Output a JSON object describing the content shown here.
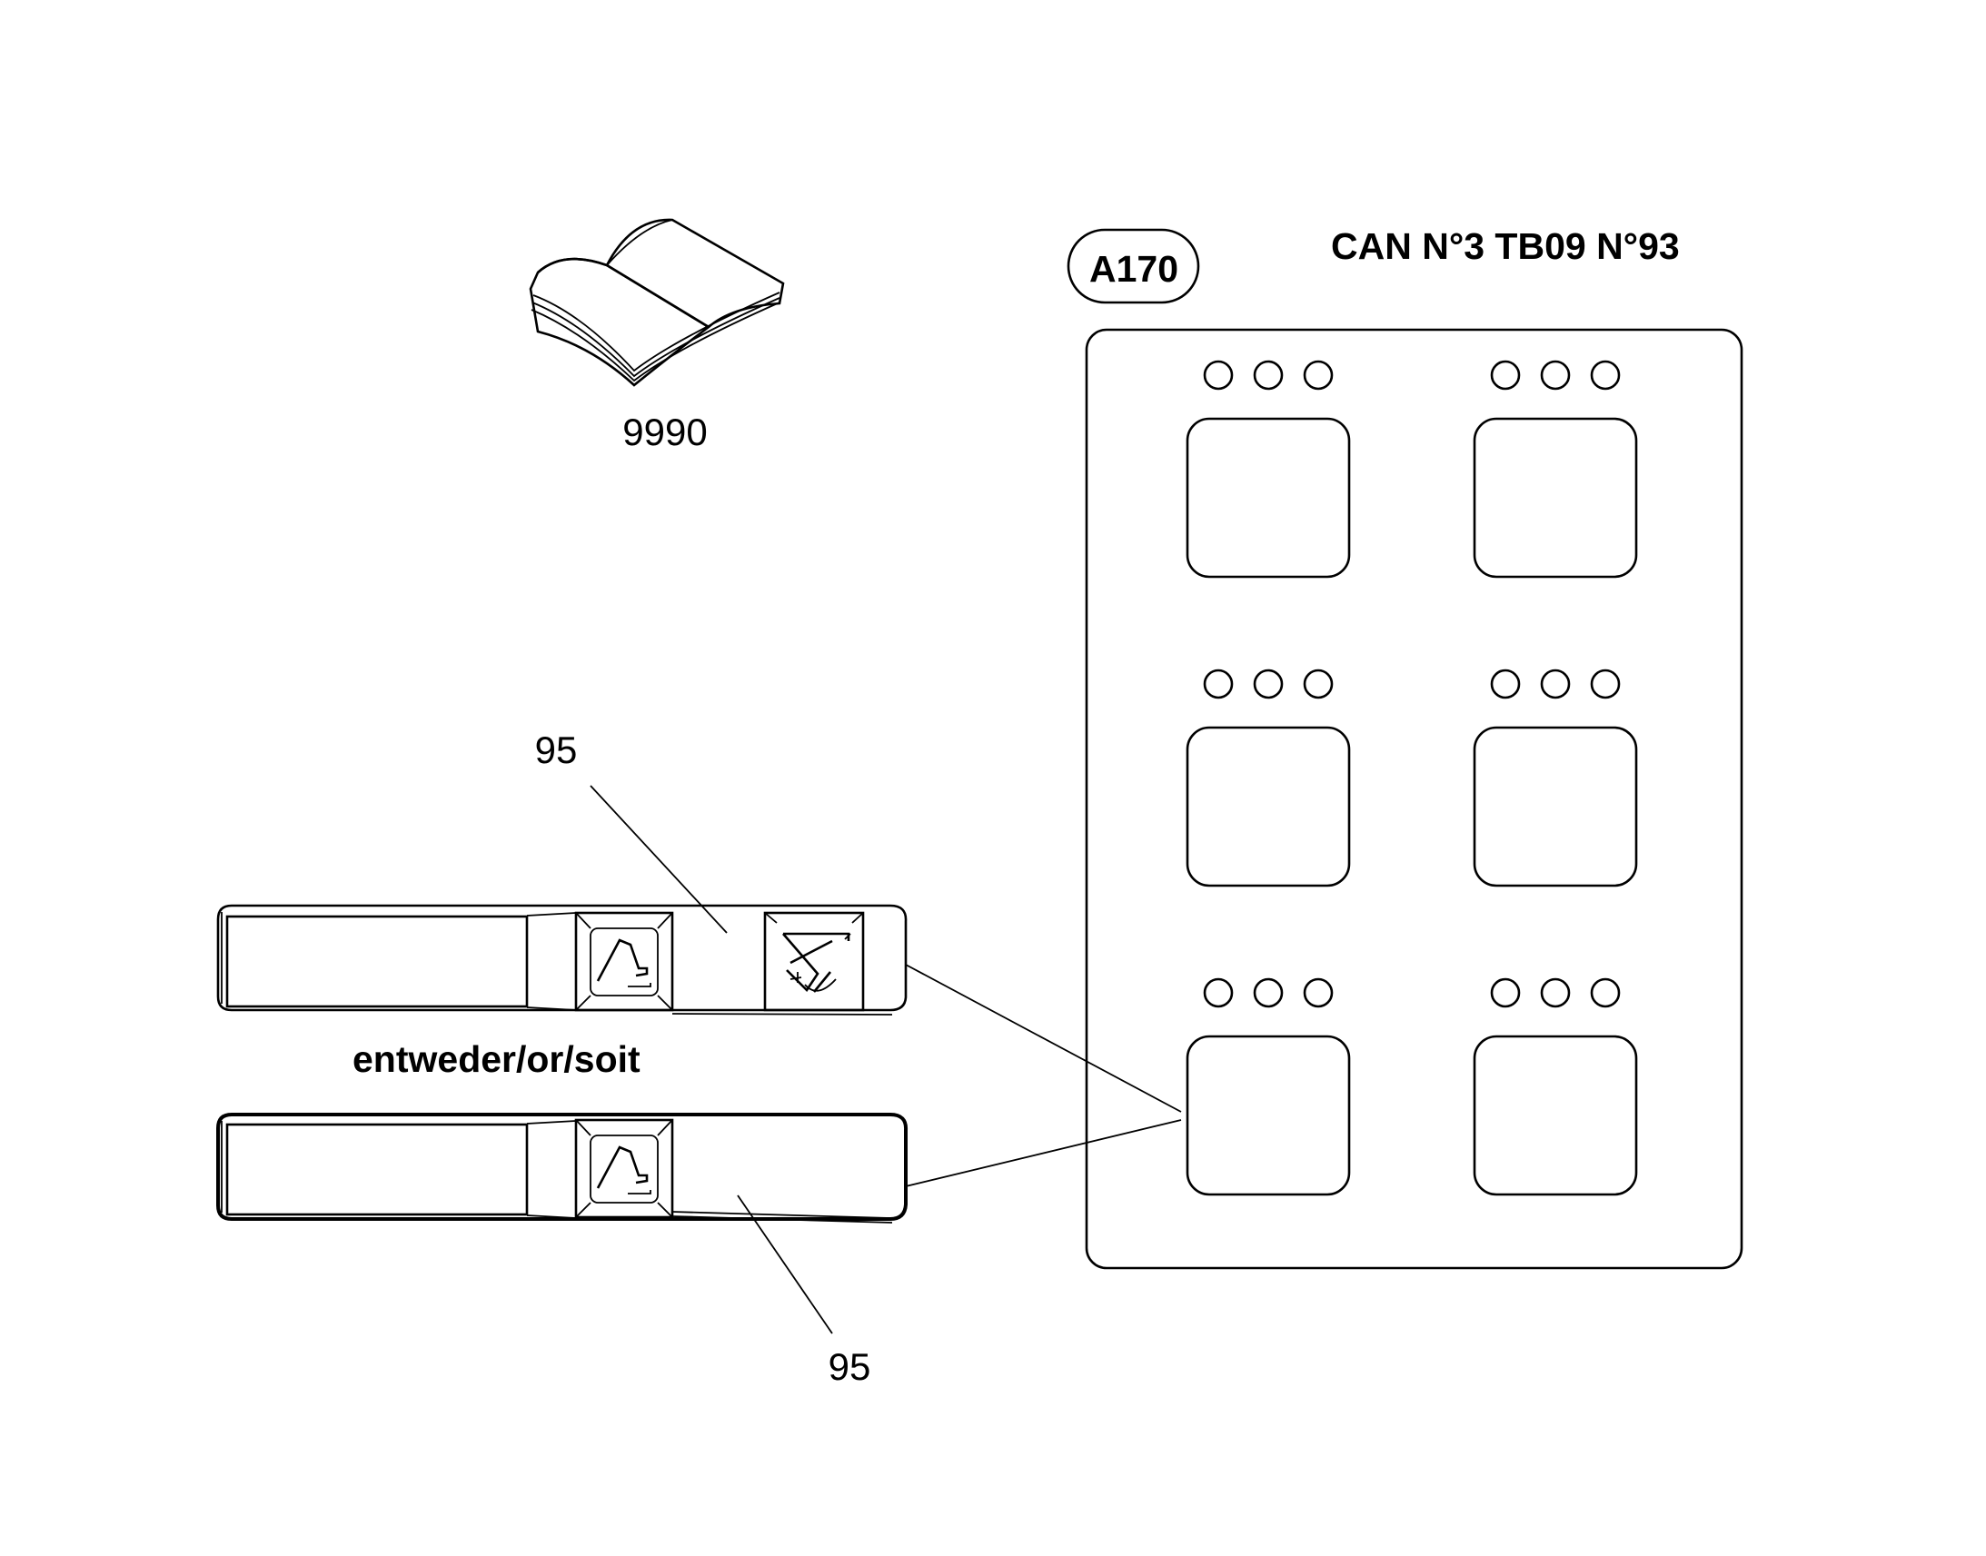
{
  "manual": {
    "part_number": "9990"
  },
  "panel": {
    "callout": "A170",
    "connector_label": "CAN N°3 TB09 N°93",
    "key_rows": 3,
    "key_columns": 2,
    "leds_per_key": 3
  },
  "strips": {
    "upper_ref": "95",
    "lower_ref": "95",
    "alternative_note": "entweder/or/soit"
  },
  "icons": [
    "open-book-icon",
    "excavator-icon",
    "excavator-range-icon"
  ]
}
